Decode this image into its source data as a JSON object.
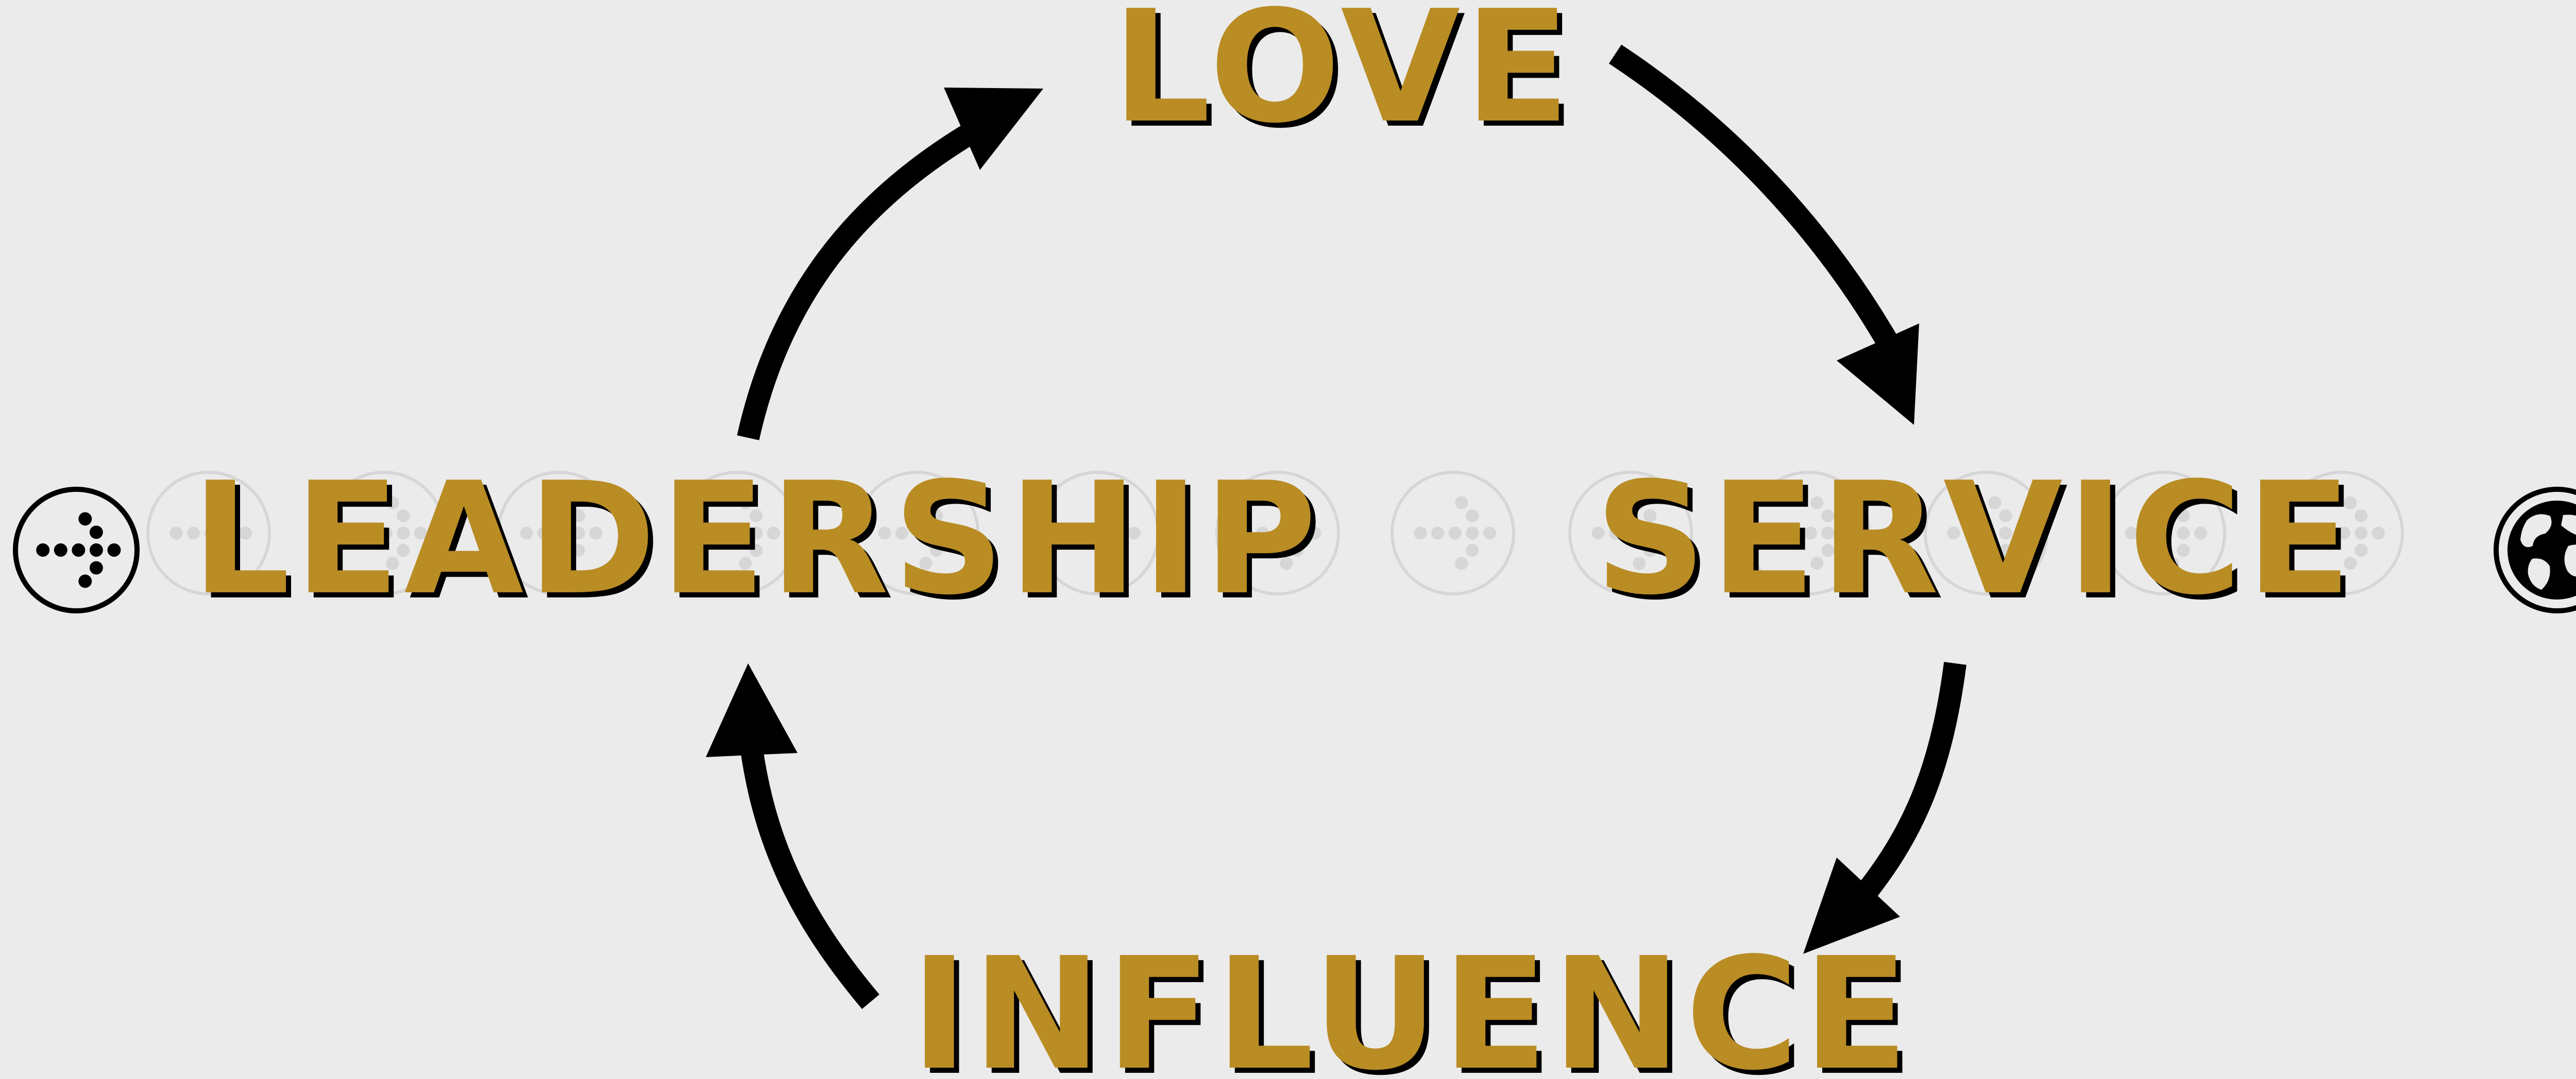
{
  "background": "#ebebeb",
  "accent_color": "#b98c24",
  "arrow_color": "#000000",
  "cycle": {
    "top": "LOVE",
    "right": "SERVICE",
    "bottom": "INFLUENCE",
    "left": "LEADERSHIP"
  },
  "icons": {
    "left": "dotted-arrow-right-icon",
    "right": "globe-icon",
    "watermark": "dotted-arrow-right-icon"
  }
}
